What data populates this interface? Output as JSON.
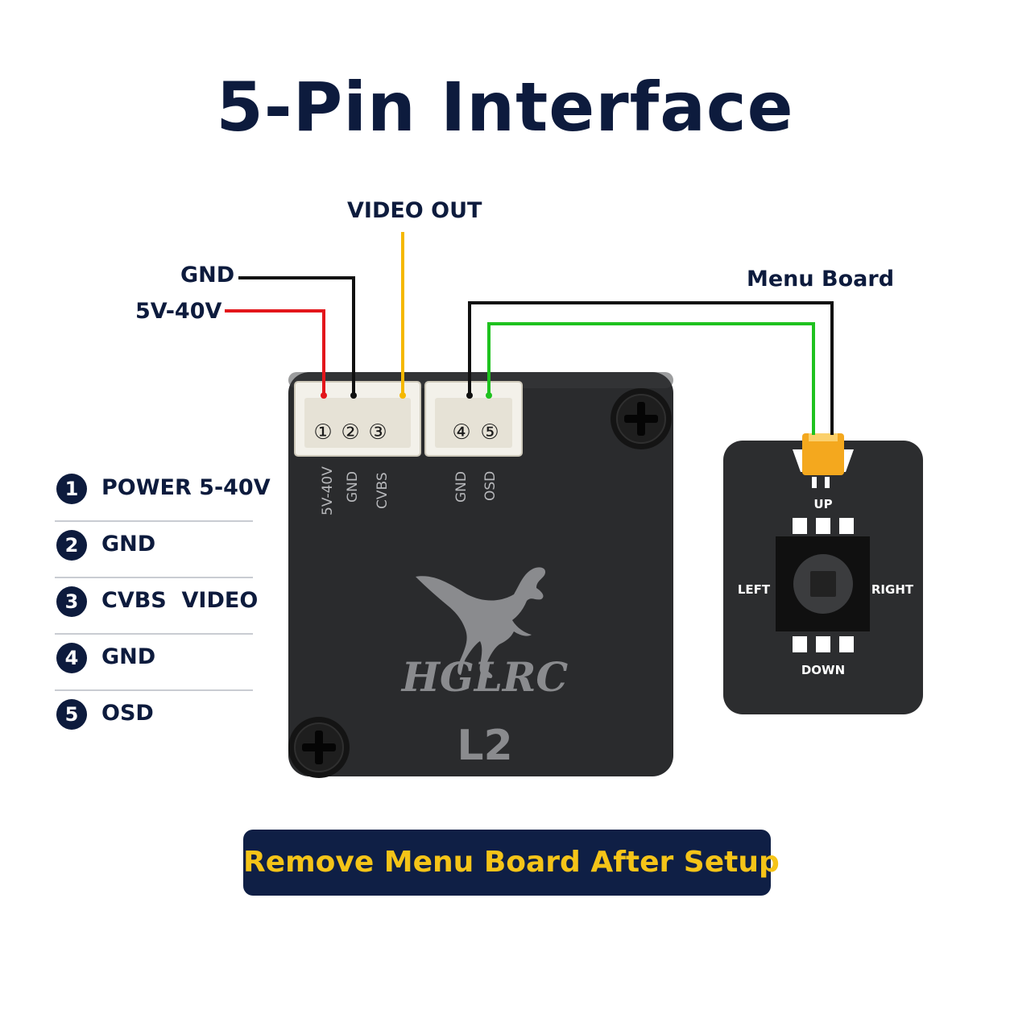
{
  "title": "5-Pin Interface",
  "wire_labels": {
    "video_out": "VIDEO OUT",
    "gnd": "GND",
    "power": "5V-40V",
    "menu_board": "Menu Board"
  },
  "connector_pins": [
    "①",
    "②",
    "③",
    "④",
    "⑤"
  ],
  "pcb_labels": [
    "5V-40V",
    "GND",
    "CVBS",
    "GND",
    "OSD"
  ],
  "module": {
    "brand": "HGLRC",
    "model": "L2"
  },
  "menu_board": {
    "up": "UP",
    "down": "DOWN",
    "left": "LEFT",
    "right": "RIGHT"
  },
  "pin_list": [
    {
      "num": "1",
      "label": "POWER 5-40V"
    },
    {
      "num": "2",
      "label": "GND"
    },
    {
      "num": "3",
      "label": "CVBS  VIDEO"
    },
    {
      "num": "4",
      "label": "GND"
    },
    {
      "num": "5",
      "label": "OSD"
    }
  ],
  "banner": "Remove Menu Board After Setup",
  "colors": {
    "navy": "#0d1b3d",
    "wire_red": "#e3161b",
    "wire_black": "#111111",
    "wire_yellow": "#f5b800",
    "wire_green": "#1fc21f",
    "banner_text": "#f5c418",
    "module_body": "#2a2b2d"
  }
}
